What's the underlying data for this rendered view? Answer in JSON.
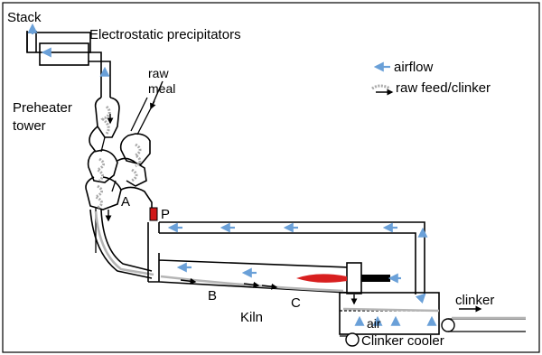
{
  "labels": {
    "stack": "Stack",
    "esp": "Electrostatic precipitators",
    "raw_meal_1": "raw",
    "raw_meal_2": "meal",
    "preheater_1": "Preheater",
    "preheater_2": "tower",
    "legend_airflow": "airflow",
    "legend_feed": "raw feed/clinker",
    "point_a": "A",
    "point_p": "P",
    "point_b": "B",
    "point_c": "C",
    "kiln": "Kiln",
    "air": "air",
    "clinker": "clinker",
    "clinker_cooler": "Clinker cooler"
  },
  "colors": {
    "airflow_arrow": "#6aa0d8",
    "feed": "#a9a9a9",
    "flame": "#d81f1f",
    "precalciner_burner": "#d01818",
    "outline": "#000000",
    "background": "#ffffff"
  },
  "icons": {
    "airflow": "light-blue-arrow-icon",
    "feed": "gray-granular-arrow-icon"
  }
}
